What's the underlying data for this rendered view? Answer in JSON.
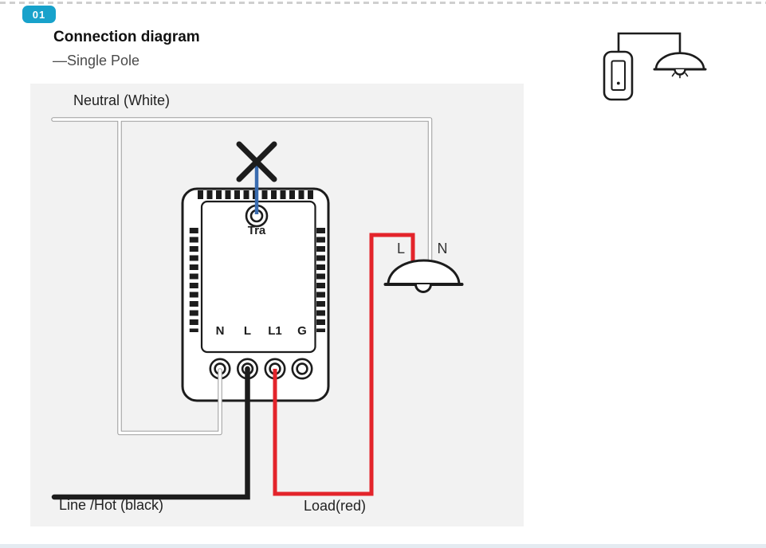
{
  "header": {
    "badge": "01",
    "title": "Connection diagram",
    "subtitle": "—Single Pole"
  },
  "diagram": {
    "labels": {
      "neutral": "Neutral (White)",
      "line_hot": "Line /Hot (black)",
      "load": "Load(red)",
      "tra": "Tra",
      "lamp_live": "L",
      "lamp_neutral": "N",
      "terminals": [
        "N",
        "L",
        "L1",
        "G"
      ]
    },
    "icons": [
      "switch-icon",
      "lamp-icon",
      "do-not-connect-icon",
      "smart-switch-module"
    ]
  },
  "colors": {
    "badge": "#18A2CB",
    "panel_bg": "#F2F2F2",
    "line": "#1C1C1C",
    "wire_red": "#E3242B",
    "wire_black": "#1C1C1C",
    "wire_blue": "#3A6CB0",
    "wire_white_outline": "#9E9E9E",
    "bottom_strip": "#E4EBF1",
    "text_dark": "#111111",
    "text_gray": "#4B4B4B"
  }
}
